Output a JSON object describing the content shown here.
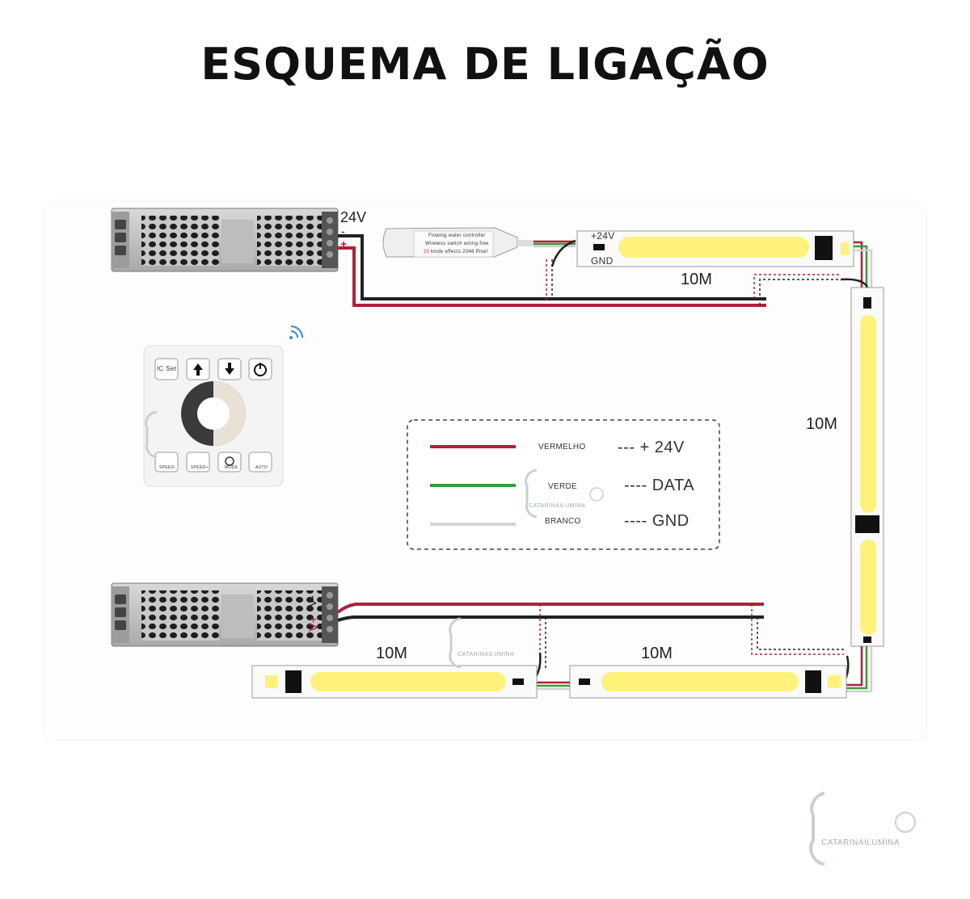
{
  "title": "ESQUEMA DE LIGAÇÃO",
  "psu_top": {
    "voltage_label": "24V",
    "minus": "-",
    "plus": "+"
  },
  "psu_bottom": {
    "v_plus": "V+",
    "v_minus": "V-"
  },
  "controller": {
    "line1": "Flowing water controller",
    "line2": "Wireless switch wiring free",
    "line3_num": "20",
    "line3_rest": "kinds effects 2048 Pixel"
  },
  "strip_top": {
    "plus_label": "+24V",
    "gnd_label": "GND"
  },
  "remote": {
    "ic_set": "IC Set",
    "speed_minus": "SPEED-",
    "speed_plus": "SPEED+",
    "mode": "MODE",
    "auto": "AUTO"
  },
  "lengths": {
    "top": "10M",
    "right": "10M",
    "bottom_left": "10M",
    "bottom_right": "10M"
  },
  "legend": {
    "items": [
      {
        "name": "VERMELHO",
        "value": "--- + 24V",
        "color": "#b0203a"
      },
      {
        "name": "VERDE",
        "value": "---- DATA",
        "color": "#3a9b3a"
      },
      {
        "name": "BRANCO",
        "value": "---- GND",
        "color": "#d4d4d4"
      }
    ]
  },
  "watermark": "CATARINAILUMINA",
  "colors": {
    "red": "#b0203a",
    "green": "#3a9b3a",
    "white": "#cfcfcf",
    "black": "#222222",
    "cob": "#fff27a"
  }
}
